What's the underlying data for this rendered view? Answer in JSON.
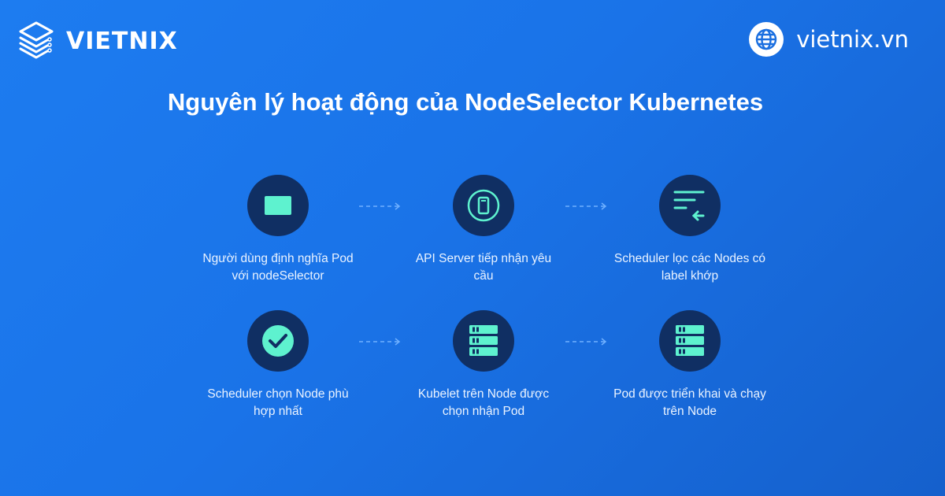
{
  "header": {
    "brand": "VIETNIX",
    "website": "vietnix.vn"
  },
  "title": "Nguyên lý hoạt động của NodeSelector Kubernetes",
  "colors": {
    "background": "#1a73e8",
    "circle": "#102f63",
    "icon_accent": "#5ef2cf",
    "text": "#ffffff"
  },
  "steps": [
    {
      "label": "Người dùng định nghĩa Pod với nodeSelector",
      "icon": "rectangle-icon"
    },
    {
      "label": "API Server tiếp nhận yêu cầu",
      "icon": "server-device-icon"
    },
    {
      "label": "Scheduler lọc các Nodes có label khớp",
      "icon": "filter-list-icon"
    },
    {
      "label": "Scheduler chọn Node phù hợp nhất",
      "icon": "check-circle-icon"
    },
    {
      "label": "Kubelet trên Node được chọn nhận Pod",
      "icon": "server-stack-icon"
    },
    {
      "label": "Pod được triển khai và chạy trên Node",
      "icon": "server-stack-icon"
    }
  ]
}
